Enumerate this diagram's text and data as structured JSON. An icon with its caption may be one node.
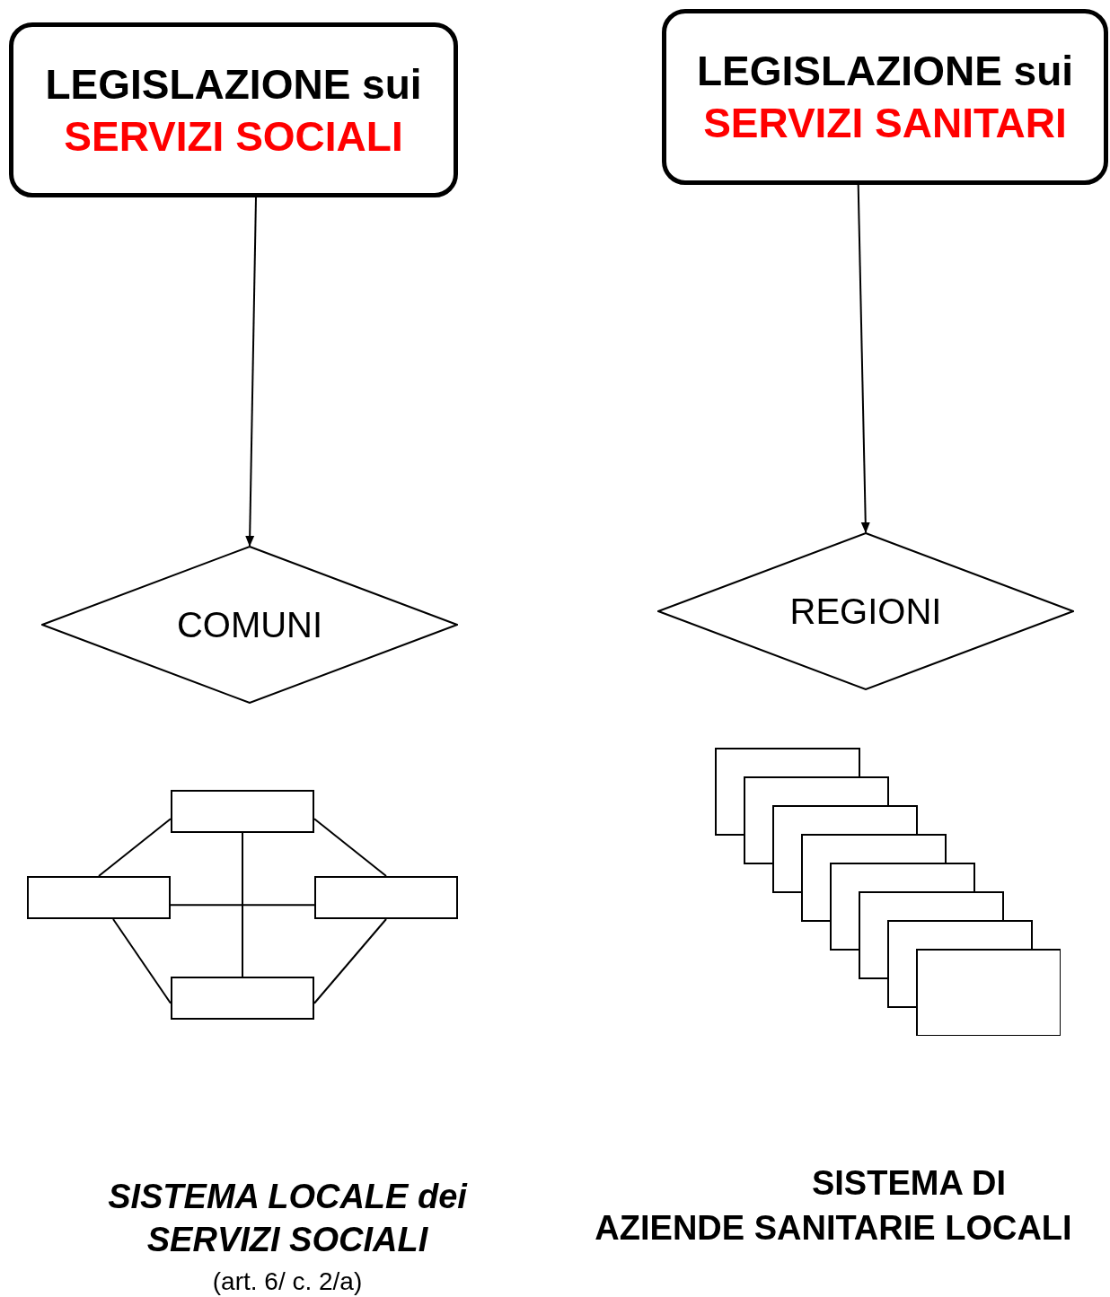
{
  "diagram": {
    "nodes": [
      {
        "text": [
          "LEGISLAZIONE sui",
          "SERVIZI SOCIALI"
        ]
      },
      {
        "text": [
          "LEGISLAZIONE sui",
          "SERVIZI SANITARI"
        ]
      },
      {
        "text": [
          "COMUNI"
        ]
      },
      {
        "text": [
          "REGIONI"
        ]
      },
      {
        "text": [],
        "shape": "box"
      },
      {
        "text": [],
        "shape": "box"
      },
      {
        "text": [],
        "shape": "box"
      },
      {
        "text": [],
        "shape": "box"
      },
      {
        "text": [],
        "shape": "stack"
      }
    ],
    "edges": [
      {
        "from": 0,
        "to": 2,
        "arrow": "to"
      },
      {
        "from": 1,
        "to": 3,
        "arrow": "to"
      },
      {
        "from": 4,
        "to": 5,
        "arrow": "none"
      },
      {
        "from": 4,
        "to": 6,
        "arrow": "none"
      },
      {
        "from": 5,
        "to": 7,
        "arrow": "none"
      },
      {
        "from": 6,
        "to": 7,
        "arrow": "none"
      },
      {
        "from": 4,
        "to": 7,
        "arrow": "none"
      },
      {
        "from": 5,
        "to": 6,
        "arrow": "none"
      }
    ],
    "labels": [
      "SISTEMA LOCALE dei SERVIZI SOCIALI",
      "(art. 6/ c. 2/a)",
      "SISTEMA DI",
      "AZIENDE SANITARIE LOCALI"
    ]
  }
}
